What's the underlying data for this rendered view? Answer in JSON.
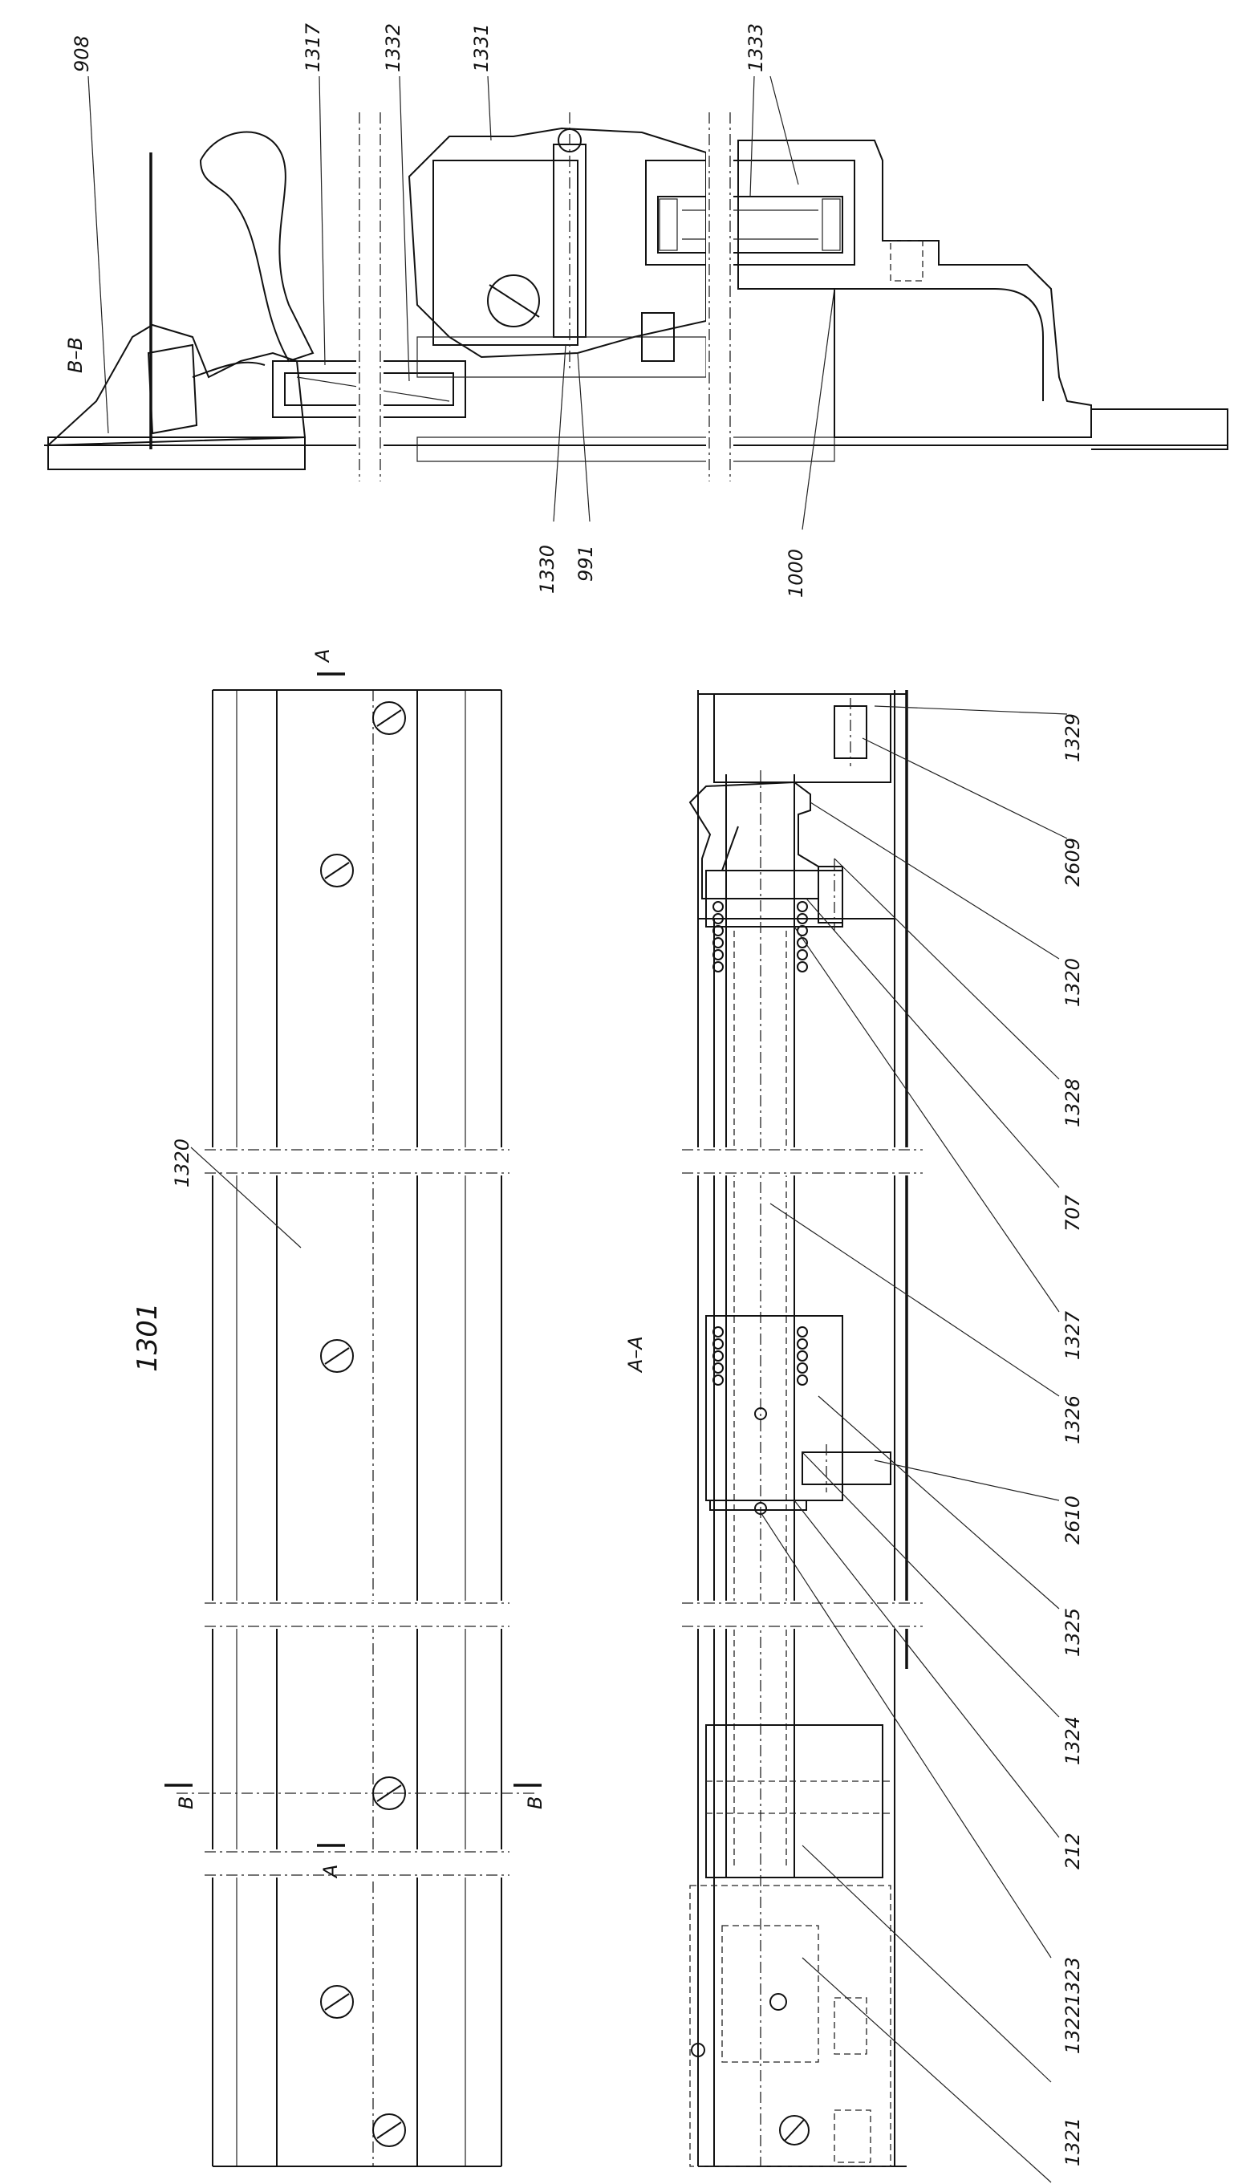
{
  "figure": {
    "title": "1301",
    "section_aa": "A–A",
    "section_bb": "B–B",
    "cut_a": "A",
    "cut_b": "B"
  },
  "labels_top": [
    "908",
    "1317",
    "1332",
    "1331",
    "1333",
    "1330",
    "991",
    "1000"
  ],
  "labels_middle": [
    "1320"
  ],
  "labels_right": [
    "1329",
    "2609",
    "1320",
    "1328",
    "707",
    "1327",
    "1326",
    "2610",
    "1325",
    "1324",
    "212",
    "1323",
    "1322",
    "1321"
  ]
}
